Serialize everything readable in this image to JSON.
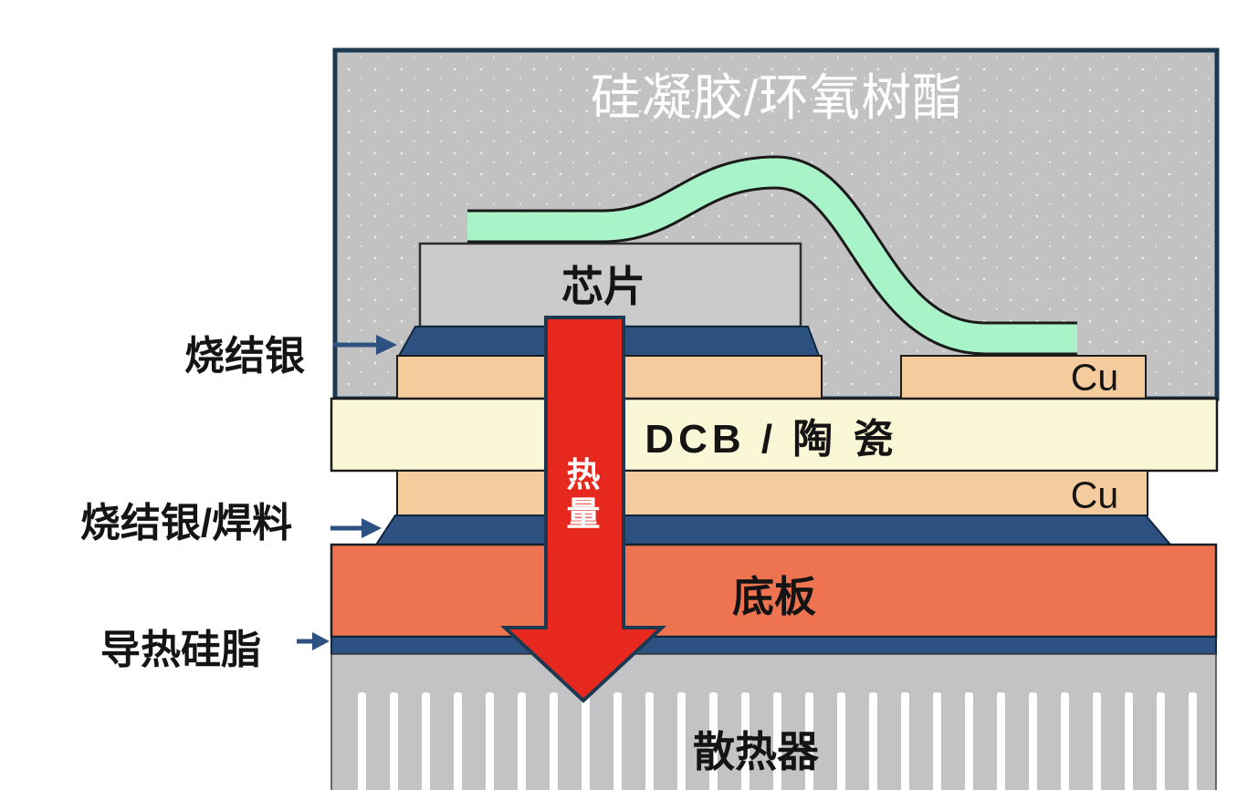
{
  "colors": {
    "mold": "#c2c2c2",
    "chip": "#cbcbcb",
    "copper": "#f4cb9c",
    "ceramic": "#faf7d6",
    "silver": "#2d5180",
    "baseplate": "#ee7350",
    "heat_arrow": "#e7281e",
    "wire": "#a9f3c9",
    "wire_edge": "#1a1a1a",
    "outline": "#1b3a52",
    "heatsink": "#c3c3c5",
    "fin": "#ffffff",
    "label": "#141414",
    "title_text": "#ffffff",
    "page_bg": "#ffffff"
  },
  "diagram": {
    "title": "硅凝胶/环氧树酯",
    "chip_label": "芯片",
    "dcb_label": "DCB / 陶 瓷",
    "cu_top_label": "Cu",
    "cu_bottom_label": "Cu",
    "baseplate_label": "底板",
    "heatsink_label": "散热器",
    "heat_arrow_label": "热量"
  },
  "callouts": [
    {
      "label": "烧结银"
    },
    {
      "label": "烧结银/焊料"
    },
    {
      "label": "导热硅脂"
    }
  ]
}
